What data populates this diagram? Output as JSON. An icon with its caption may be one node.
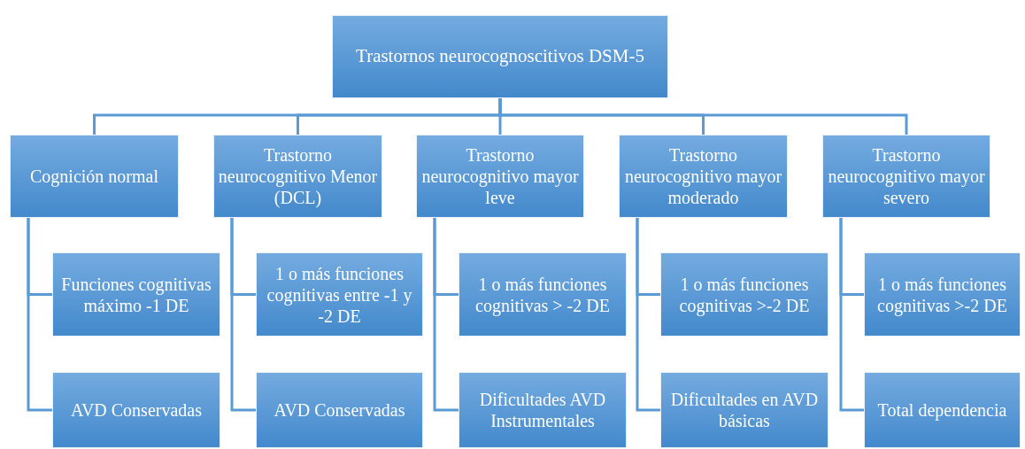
{
  "diagram": {
    "nodes": [
      {
        "text": [
          "Trastornos neurocognoscitivos DSM-5"
        ]
      },
      {
        "text": [
          "Cognición normal"
        ]
      },
      {
        "text": [
          "Trastorno neurocognitivo Menor (DCL)"
        ]
      },
      {
        "text": [
          "Trastorno neurocognitivo mayor leve"
        ]
      },
      {
        "text": [
          "Trastorno neurocognitivo mayor moderado"
        ]
      },
      {
        "text": [
          "Trastorno neurocognitivo mayor severo"
        ]
      },
      {
        "text": [
          "Funciones cognitivas máximo -1 DE"
        ]
      },
      {
        "text": [
          "1 o más funciones cognitivas entre -1 y -2 DE"
        ]
      },
      {
        "text": [
          "1 o más funciones cognitivas > -2 DE"
        ]
      },
      {
        "text": [
          "1 o más funciones cognitivas >-2 DE"
        ]
      },
      {
        "text": [
          "1 o más funciones cognitivas >-2 DE"
        ]
      },
      {
        "text": [
          "AVD Conservadas"
        ]
      },
      {
        "text": [
          "AVD Conservadas"
        ]
      },
      {
        "text": [
          "Dificultades AVD Instrumentales"
        ]
      },
      {
        "text": [
          "Dificultades en AVD básicas"
        ]
      },
      {
        "text": [
          "Total dependencia"
        ]
      }
    ],
    "edges": [
      {
        "from": 0,
        "to": 1,
        "arrow": "none"
      },
      {
        "from": 0,
        "to": 2,
        "arrow": "none"
      },
      {
        "from": 0,
        "to": 3,
        "arrow": "none"
      },
      {
        "from": 0,
        "to": 4,
        "arrow": "none"
      },
      {
        "from": 0,
        "to": 5,
        "arrow": "none"
      },
      {
        "from": 1,
        "to": 6,
        "arrow": "none"
      },
      {
        "from": 1,
        "to": 11,
        "arrow": "none"
      },
      {
        "from": 2,
        "to": 7,
        "arrow": "none"
      },
      {
        "from": 2,
        "to": 12,
        "arrow": "none"
      },
      {
        "from": 3,
        "to": 8,
        "arrow": "none"
      },
      {
        "from": 3,
        "to": 13,
        "arrow": "none"
      },
      {
        "from": 4,
        "to": 9,
        "arrow": "none"
      },
      {
        "from": 4,
        "to": 14,
        "arrow": "none"
      },
      {
        "from": 5,
        "to": 10,
        "arrow": "none"
      },
      {
        "from": 5,
        "to": 15,
        "arrow": "none"
      }
    ]
  }
}
